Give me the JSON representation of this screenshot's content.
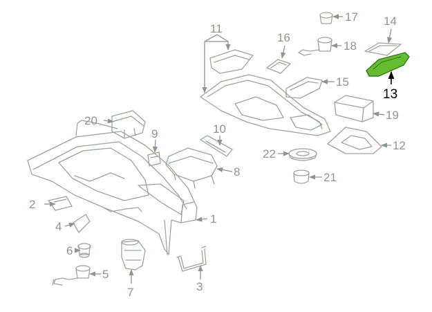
{
  "colors": {
    "line": "#9aa59a",
    "label": "#8c978c",
    "highlight_fill": "#66bb33",
    "highlight_stroke": "#2e7d12",
    "highlight_label": "#000000"
  },
  "callouts": {
    "c1": "1",
    "c2": "2",
    "c3": "3",
    "c4": "4",
    "c5": "5",
    "c6": "6",
    "c7": "7",
    "c8": "8",
    "c9": "9",
    "c10": "10",
    "c11": "11",
    "c12": "12",
    "c13": "13",
    "c14": "14",
    "c15": "15",
    "c16": "16",
    "c17": "17",
    "c18": "18",
    "c19": "19",
    "c20": "20",
    "c21": "21",
    "c22": "22"
  },
  "highlighted_part": "13"
}
